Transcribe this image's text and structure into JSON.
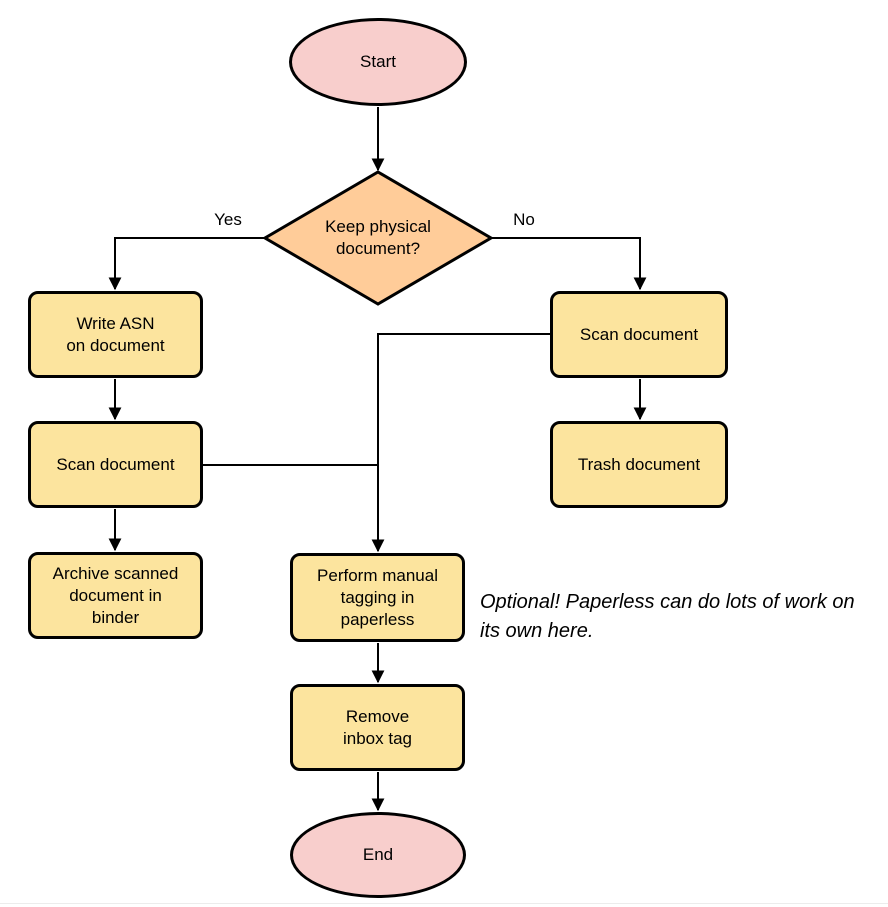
{
  "diagram": {
    "nodes": {
      "start": {
        "shape": "terminator",
        "lines": [
          "Start"
        ]
      },
      "decision": {
        "shape": "decision",
        "lines": [
          "Keep physical",
          "document?"
        ]
      },
      "write_asn": {
        "shape": "process",
        "lines": [
          "Write ASN",
          "on document"
        ]
      },
      "scan_left": {
        "shape": "process",
        "lines": [
          "Scan document"
        ]
      },
      "archive": {
        "shape": "process",
        "lines": [
          "Archive scanned",
          "document in",
          "binder"
        ]
      },
      "scan_right": {
        "shape": "process",
        "lines": [
          "Scan document"
        ]
      },
      "trash": {
        "shape": "process",
        "lines": [
          "Trash document"
        ]
      },
      "tagging": {
        "shape": "process",
        "lines": [
          "Perform manual",
          "tagging in",
          "paperless"
        ]
      },
      "remove_inbox": {
        "shape": "process",
        "lines": [
          "Remove",
          "inbox tag"
        ]
      },
      "end": {
        "shape": "terminator",
        "lines": [
          "End"
        ]
      }
    },
    "edge_labels": {
      "yes": "Yes",
      "no": "No"
    },
    "annotation": {
      "lines": [
        "Optional! Paperless can do lots of work on",
        "its own here."
      ]
    },
    "colors": {
      "terminator_fill": "#F8CECC",
      "decision_fill": "#FFCC99",
      "process_fill": "#FCE49E",
      "stroke": "#000000",
      "background": "#FFFFFF"
    }
  }
}
